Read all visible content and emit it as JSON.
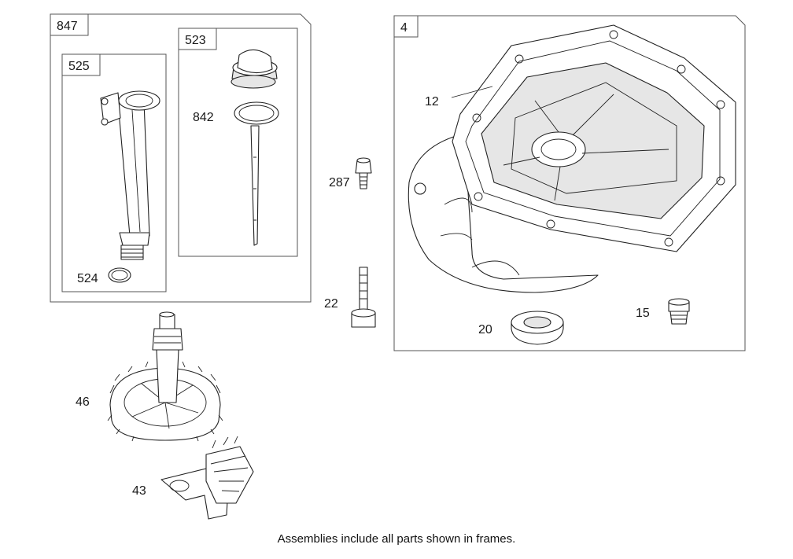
{
  "frames": {
    "f847": "847",
    "f525": "525",
    "f523": "523",
    "f4": "4"
  },
  "callouts": {
    "p524": "524",
    "p842": "842",
    "p287": "287",
    "p22": "22",
    "p12": "12",
    "p20": "20",
    "p15": "15",
    "p46": "46",
    "p43": "43"
  },
  "caption": "Assemblies include all parts shown in frames."
}
